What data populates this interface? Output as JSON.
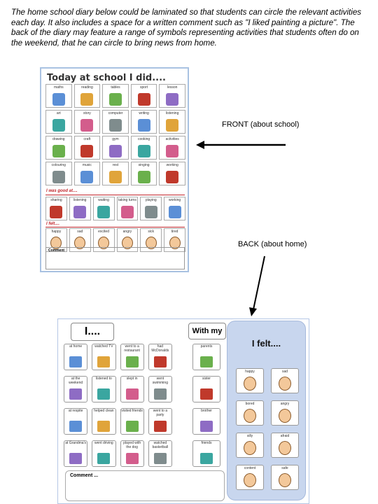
{
  "intro": "The home school diary below could be laminated so that students can circle the relevant activities each day. It also includes a space for a written comment such as \"I liked painting a picture\". The back of the diary may feature a range of symbols representing activities that students often do on the weekend, that he can circle to bring news from home.",
  "labels": {
    "front": "FRONT (about school)",
    "back": "BACK (about home)"
  },
  "front": {
    "title": "Today at school I did....",
    "activities": [
      "maths",
      "reading",
      "tables",
      "sport",
      "lesson",
      "art",
      "story",
      "computer",
      "writing",
      "listening",
      "drawing",
      "craft",
      "gym",
      "cooking",
      "activities",
      "colouring",
      "music",
      "rest",
      "singing",
      "working"
    ],
    "good_title": "I was good at....",
    "good": [
      "sharing",
      "listening",
      "waiting",
      "taking turns",
      "playing",
      "working"
    ],
    "felt_title": "I felt....",
    "felt": [
      "happy",
      "sad",
      "excited",
      "angry",
      "sick",
      "tired"
    ],
    "comment": "Comment"
  },
  "back": {
    "i_title": "I....",
    "with_title": "With my",
    "felt_title": "I felt....",
    "activities": [
      "at home",
      "watched TV",
      "went to a restaurant",
      "had McDonalds",
      "at the weekend",
      "listened to",
      "slept in",
      "went swimming",
      "at respite",
      "helped clean",
      "visited friends",
      "went to a party",
      "at Grandma's",
      "went driving",
      "played with the dog",
      "watched basketball"
    ],
    "with": [
      "parents",
      "sister",
      "brother",
      "friends"
    ],
    "feelings": [
      "happy",
      "sad",
      "bored",
      "angry",
      "silly",
      "afraid",
      "content",
      "safe"
    ],
    "comment": "Comment ..."
  },
  "colors": {
    "accent_blue": "#c8d6ee",
    "section_red": "#c2272d"
  }
}
